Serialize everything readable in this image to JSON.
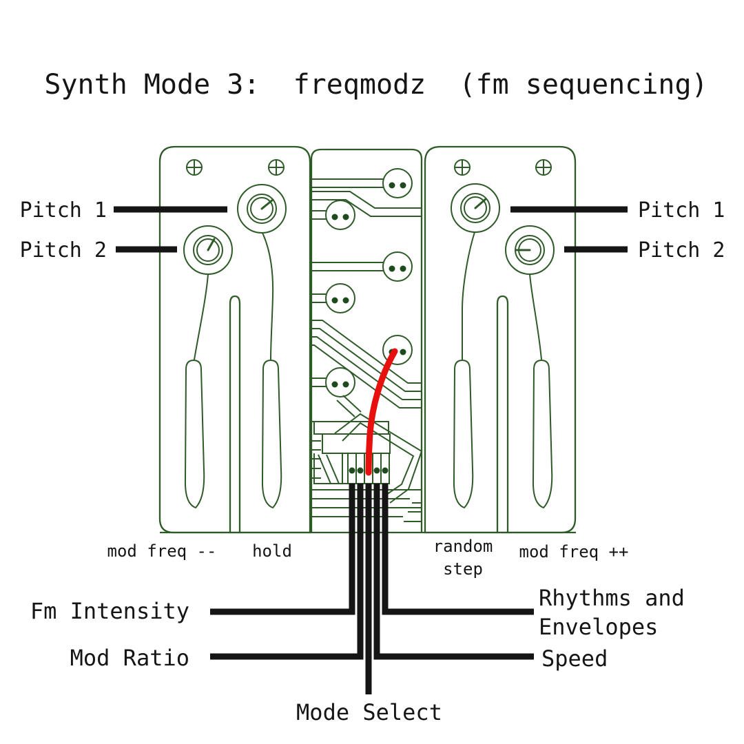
{
  "title": "Synth Mode 3:  freqmodz  (fm sequencing)",
  "colors": {
    "pcb_green": "#2d5a27",
    "pad_dot_green": "#1e4b1e",
    "wire_red": "#e80f0f",
    "annotation_black": "#151515",
    "background": "#ffffff"
  },
  "knob_labels": {
    "left_pitch1": "Pitch 1",
    "left_pitch2": "Pitch 2",
    "right_pitch1": "Pitch 1",
    "right_pitch2": "Pitch 2"
  },
  "touch_labels": {
    "mod_freq_minus": "mod freq --",
    "hold": "hold",
    "random_step_line1": "random",
    "random_step_line2": "step",
    "mod_freq_plus": "mod freq ++"
  },
  "pin_labels": {
    "fm_intensity": "Fm Intensity",
    "mod_ratio": "Mod Ratio",
    "mode_select": "Mode Select",
    "speed": "Speed",
    "rhythms_line1": "Rhythms and",
    "rhythms_line2": "Envelopes"
  }
}
